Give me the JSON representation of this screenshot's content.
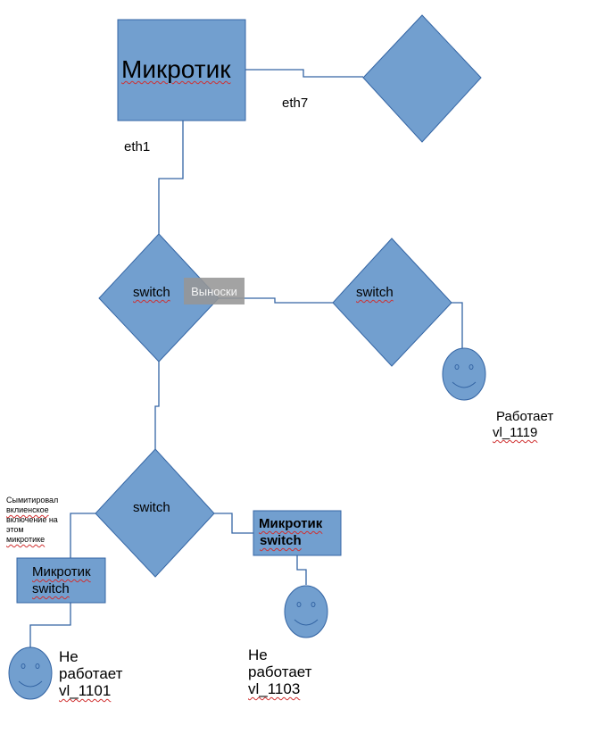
{
  "colors": {
    "fill": "#729fcf",
    "stroke": "#3465a4",
    "line": "#3465a4"
  },
  "router": {
    "label": "Микротик",
    "port_up": "eth7",
    "port_down": "eth1"
  },
  "switches": {
    "top_left": "switch",
    "top_right": "switch",
    "bottom": "switch"
  },
  "tooltip": "Выноски",
  "mikrotik_switch_left": {
    "line1": "Микротик",
    "line2": "switch"
  },
  "mikrotik_switch_right": {
    "line1": "Микротик",
    "line2": "switch"
  },
  "note": {
    "line1": "Сымитировал",
    "line2": "вклиенское",
    "line3": "включение на",
    "line4": "этом",
    "line5": "микротике"
  },
  "status_right": {
    "line1": "Работает",
    "line2": "vl_1119"
  },
  "status_left": {
    "line1": "Не",
    "line2": "работает",
    "line3": "vl_1101"
  },
  "status_middle": {
    "line1": "Не",
    "line2": "работает",
    "line3": "vl_1103"
  },
  "icons": {
    "client": "smiley-face-icon"
  }
}
